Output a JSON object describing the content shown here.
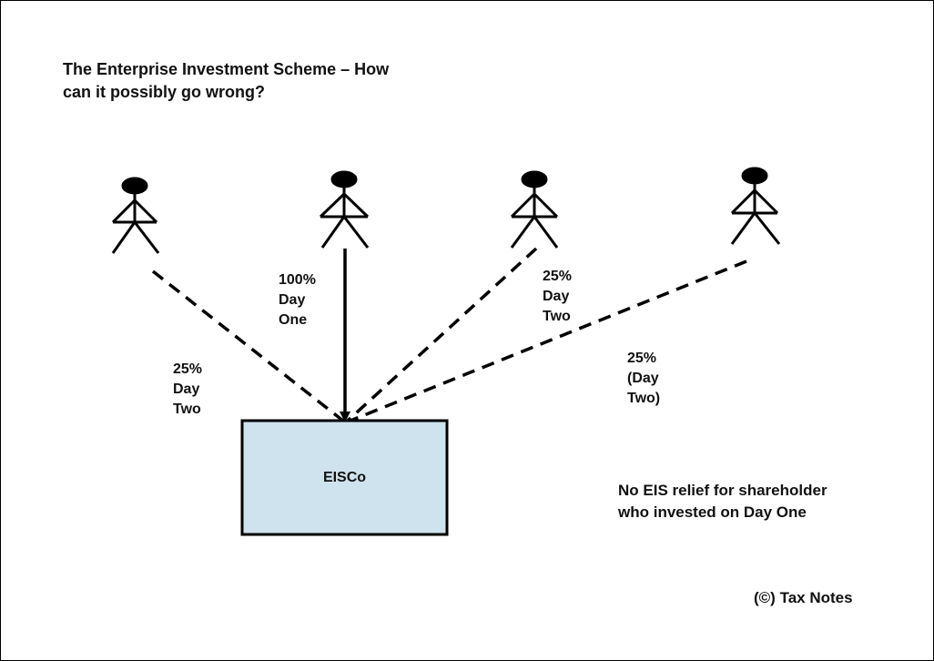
{
  "title": {
    "line1": "The Enterprise Investment Scheme – How",
    "line2": "can it possibly go wrong?"
  },
  "company": {
    "name": "EISCo",
    "fill_color": "#cfe3ee"
  },
  "investors": [
    {
      "label": [
        "25%",
        "Day",
        "Two"
      ],
      "line_style": "dashed"
    },
    {
      "label": [
        "100%",
        "Day",
        "One"
      ],
      "line_style": "solid-arrow"
    },
    {
      "label": [
        "25%",
        "Day",
        "Two"
      ],
      "line_style": "dashed"
    },
    {
      "label": [
        "25%",
        "(Day",
        "Two)"
      ],
      "line_style": "dashed"
    }
  ],
  "note": {
    "line1": "No EIS relief for shareholder",
    "line2": "who invested on Day One"
  },
  "copyright": "(©) Tax Notes"
}
